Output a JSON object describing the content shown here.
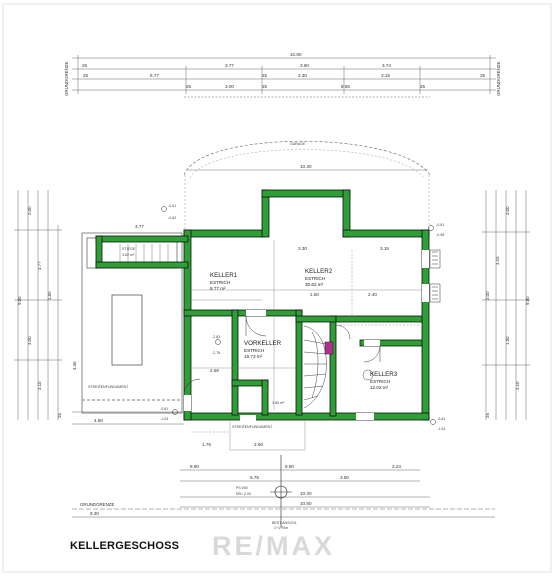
{
  "title": "KELLERGESCHOSS",
  "watermark": "RE/MAX",
  "boundary_label": "GRUNDGRENZE",
  "fundament_label": "STREIFENFUNDAMENT",
  "hang_label": "GARAGE",
  "rooms": {
    "keller1": {
      "name": "KELLER1",
      "floor": "ESTRICH",
      "area": "8.77 m²"
    },
    "keller2": {
      "name": "KELLER2",
      "floor": "ESTRICH",
      "area": "30.62 m²"
    },
    "keller3": {
      "name": "KELLER3",
      "floor": "ESTRICH",
      "area": "12.02 m²"
    },
    "vorkeller": {
      "name": "VORKELLER",
      "floor": "ESTRICH",
      "area": "19.73 m²"
    },
    "stairs": {
      "name": "STIEGE",
      "area": "3.62 m²"
    },
    "small": {
      "area": "3.65 m²"
    }
  },
  "levels": {
    "l_nw1": "-0.61",
    "l_nw2": "-0.62",
    "l_ne1": "-0.61",
    "l_ne2": "-0.98",
    "l_c1": "-2.83",
    "l_c2": "-2.78",
    "l_sw": "-0.81",
    "l_sw2": "-1.04",
    "l_se1": "-0.61",
    "l_se2": "-1.04"
  },
  "ps": {
    "label": "PS #00",
    "value": "EB= 2.00"
  },
  "anschluss": {
    "label": "BEST ANSCHL",
    "value": "1+1.75m"
  },
  "dims": {
    "t1": "10.80",
    "t2a": "25",
    "t2b": "3.77",
    "t2c": "3.60",
    "t2d": "3.74",
    "t3a": "25",
    "t3b": "6.77",
    "t3c": "25",
    "t3d": "3.30",
    "t3e": "3.15",
    "t3f": "25",
    "t4a": "25",
    "t4b": "3.00",
    "t4c": "25",
    "t4d": "8.55",
    "t4e": "25",
    "arc": "10.30",
    "b1": "8.90",
    "b2": "8.80",
    "b3": "2.24",
    "b4": "6.75",
    "b5": "3.50",
    "b6": "10.30",
    "b7": "10.80",
    "b8": "9.30",
    "r1": "3.30",
    "r2": "3.15",
    "r3": "2.40",
    "r4": "1.50",
    "r5": "4.36",
    "r6": "4.80",
    "r7": "2.56",
    "r8": "1.76",
    "r9": "2.60",
    "r10": "3.77",
    "lv1": "2.00",
    "lv2": "3.00",
    "lv3": "3.77",
    "lv4": "1.50",
    "lv5": "3.10",
    "lv6": "9.80",
    "lv7": "25",
    "rv1": "2.00",
    "rv2": "3.00",
    "rv3": "3.15",
    "rv4": "1.50",
    "rv5": "3.10",
    "rv6": "9.80",
    "rv7": "25"
  },
  "side_labels": {
    "left": "GRUNDGRENZE",
    "right": "GRUNDGRENZE",
    "bottom": "GRUNDGRENZE"
  },
  "colors": {
    "wall": "#2e9e36",
    "wall_edge": "#111111",
    "accent": "#b0308e",
    "line": "#555555"
  }
}
